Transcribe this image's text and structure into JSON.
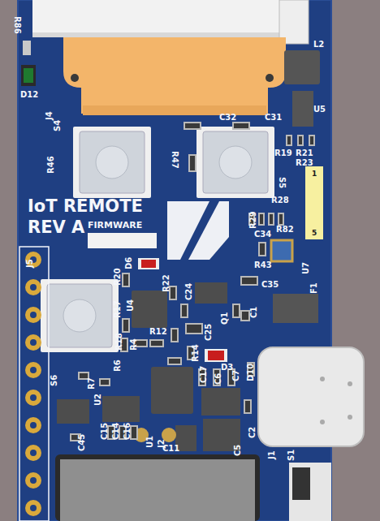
{
  "diagram": {
    "labels": [
      "R86",
      "D12",
      "J4",
      "S4",
      "R46",
      "R47",
      "L2",
      "C32",
      "C31",
      "U5",
      "R19",
      "R21",
      "R23",
      "1",
      "S5",
      "IoT REMOTE",
      "REV A",
      "FIRMWARE",
      "R28",
      "R29",
      "R82",
      "C34",
      "R43",
      "U7",
      "5",
      "J5",
      "D6",
      "R20",
      "R22",
      "C24",
      "C35",
      "F1",
      "U4",
      "R17",
      "Q1",
      "C1",
      "R12",
      "C25",
      "R14",
      "D3",
      "C7",
      "D10",
      "R18",
      "R4",
      "R6",
      "C17",
      "S6",
      "R7",
      "U2",
      "C15",
      "C14",
      "C16",
      "C45",
      "C6",
      "U1",
      "J2",
      "C11",
      "C2",
      "C5",
      "S1",
      "J1"
    ]
  }
}
